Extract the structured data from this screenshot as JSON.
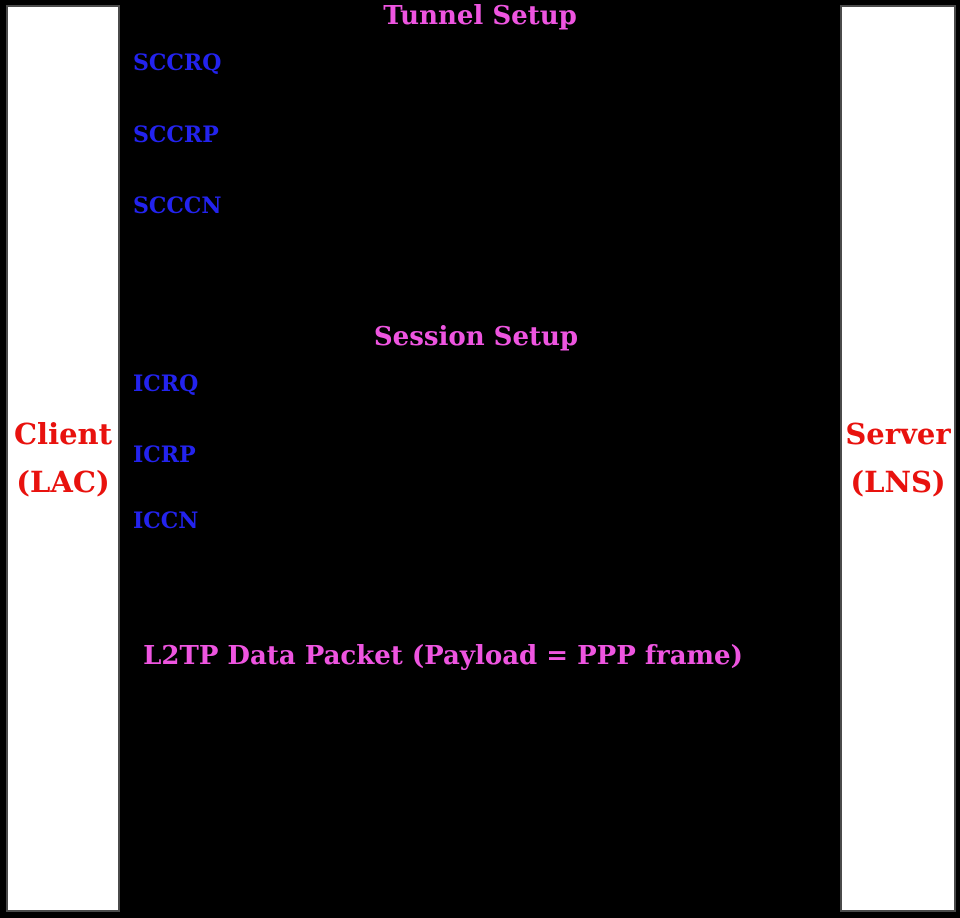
{
  "diagram": {
    "sections": {
      "tunnel": "Tunnel Setup",
      "session": "Session Setup",
      "data": "L2TP Data Packet (Payload = PPP frame)"
    }
  },
  "participants": {
    "client": {
      "name": "Client",
      "role": "(LAC)"
    },
    "server": {
      "name": "Server",
      "role": "(LNS)"
    }
  },
  "messages": {
    "tunnel": [
      {
        "label": "SCCRQ"
      },
      {
        "label": "SCCRP"
      },
      {
        "label": "SCCCN"
      }
    ],
    "session": [
      {
        "label": "ICRQ"
      },
      {
        "label": "ICRP"
      },
      {
        "label": "ICCN"
      }
    ]
  },
  "colors": {
    "background": "#000000",
    "participant_fill": "#ffffff",
    "participant_border": "#4b4b4b",
    "participant_text": "#e8120e",
    "message_text": "#2323ee",
    "section_text": "#ee55e0"
  }
}
